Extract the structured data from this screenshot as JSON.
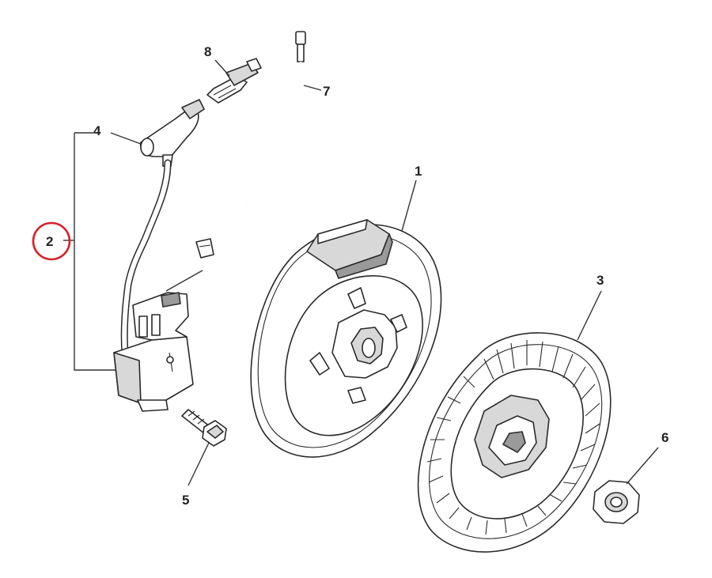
{
  "diagram": {
    "labels": {
      "p1": "1",
      "p2": "2",
      "p3": "3",
      "p4": "4",
      "p5": "5",
      "p6": "6",
      "p7": "7",
      "p8": "8"
    },
    "highlight_color": "#d4212a"
  }
}
